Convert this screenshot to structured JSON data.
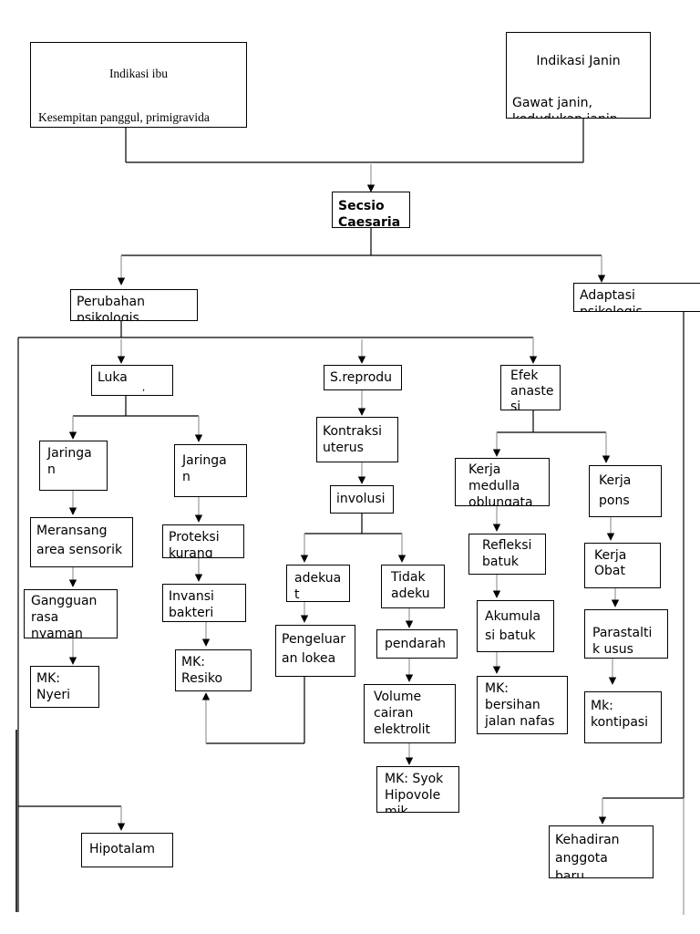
{
  "boxes": {
    "indikasi_ibu": {
      "title": "Indikasi ibu",
      "body": "Kesempitan panggul, primigravida\npre eklampsia,ekuansia, kista"
    },
    "indikasi_janin": {
      "title": "Indikasi Janin",
      "body": "Gawat           janin,\nkedudukan janin."
    },
    "secsio": "Secsio\nCaesaria",
    "perubahan": "Perubahan\npsikologis",
    "adaptasi": "Adaptasi\npsikologis",
    "luka": "Luka",
    "sreprodu": "S.reprodu",
    "efek": "Efek\nanaste\nsi",
    "jaringan1": "Jaringa\nn",
    "jaringan2": "Jaringa\nn",
    "merangsang": "Meransang\narea sensorik",
    "proteksi": "Proteksi\nkurang",
    "gangguan": "Gangguan\nrasa\nnyaman",
    "invansi": "Invansi\nbakteri",
    "mk_nyeri": "MK:\nNyeri",
    "mk_resiko": "MK:\nResiko",
    "kontraksi": "Kontraksi\nuterus",
    "involusi": "involusi",
    "adekuat": "adekua\nt",
    "tidak_adekuat": "Tidak\nadeku",
    "pengeluaran": "Pengeluar\nan lokea",
    "pendarah": "pendarah",
    "volume": "Volume\ncairan\nelektrolit",
    "mk_syok": "MK: Syok\nHipovole\nmik",
    "kerja_medulla": "Kerja\nmedulla\noblungata",
    "kerja_pons": "Kerja\npons",
    "refleksi": "Refleksi\nbatuk",
    "kerja_obat": "Kerja\nObat",
    "akumulasi": "Akumula\nsi batuk",
    "parastaltik": "Parastalti\nk usus",
    "mk_bersihan": "MK:\nbersihan\njalan nafas",
    "mk_kontipasi": "Mk:\nkontipasi",
    "hipotalam": "Hipotalam",
    "kehadiran": "Kehadiran\nanggota\nbaru"
  }
}
